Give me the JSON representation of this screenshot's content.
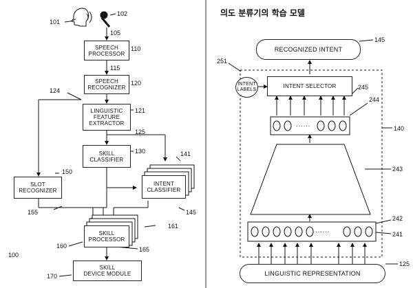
{
  "left": {
    "boxes": {
      "speech_processor": "SPEECH\nPROCESSOR",
      "speech_recognizer": "SPEECH\nRECOGNIZER",
      "linguistic_feature_extractor": "LINGUISTIC\nFEATURE\nEXTRACTOR",
      "skill_classifier": "SKILL\nCLASSIFIER",
      "slot_recognizer": "SLOT\nRECOGNIZER",
      "intent_classifier": "INTENT\nCLASSIFIER",
      "skill_processor": "SKILL\nPROCESSOR",
      "skill_device_module": "SKILL\nDEVICE MODULE"
    },
    "refs": {
      "r101": "101",
      "r102": "102",
      "r105": "105",
      "r110": "110",
      "r115": "115",
      "r120": "120",
      "r124": "124",
      "r121": "121",
      "r125": "125",
      "r130": "130",
      "r141": "141",
      "r150": "150",
      "r145": "145",
      "r155": "155",
      "r161": "161",
      "r160": "160",
      "r165": "165",
      "r100": "100",
      "r170": "170"
    }
  },
  "right": {
    "title": "의도 분류기의 학습 모델",
    "boxes": {
      "recognized_intent": "RECOGNIZED INTENT",
      "intent_labels": "INTENT\nLABELS",
      "intent_selector": "INTENT SELECTOR",
      "linguistic_representation": "LINGUISTIC REPRESENTATION"
    },
    "dots": "· · · · · ·",
    "refs": {
      "r145": "145",
      "r251": "251",
      "r245": "245",
      "r244": "244",
      "r140": "140",
      "r243": "243",
      "r242": "242",
      "r241": "241",
      "r125": "125"
    }
  }
}
